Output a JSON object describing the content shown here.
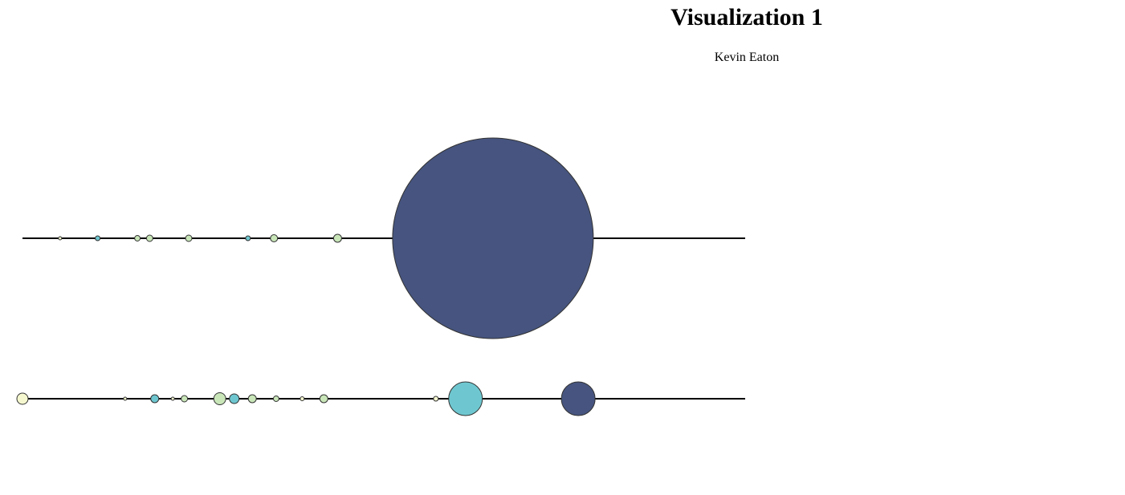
{
  "chart_data": {
    "type": "scatter",
    "title": "Visualization 1",
    "subtitle": "Kevin Eaton",
    "xlim": [
      0,
      100
    ],
    "grid": false,
    "legend": "none",
    "colors": {
      "pale": "#f5f8cf",
      "light_green": "#c9e6b9",
      "teal": "#6ec7d0",
      "dark_blue": "#46547f"
    },
    "series": [
      {
        "points": [
          {
            "x": 5.2,
            "size": 4,
            "color": "pale"
          },
          {
            "x": 10.4,
            "size": 9,
            "color": "teal"
          },
          {
            "x": 15.9,
            "size": 12,
            "color": "light_green"
          },
          {
            "x": 17.6,
            "size": 16,
            "color": "light_green"
          },
          {
            "x": 23.0,
            "size": 16,
            "color": "light_green"
          },
          {
            "x": 31.2,
            "size": 9,
            "color": "teal"
          },
          {
            "x": 34.8,
            "size": 20,
            "color": "light_green"
          },
          {
            "x": 43.6,
            "size": 25,
            "color": "light_green"
          },
          {
            "x": 65.1,
            "size": 15625,
            "color": "dark_blue"
          }
        ]
      },
      {
        "points": [
          {
            "x": 0.0,
            "size": 49,
            "color": "pale"
          },
          {
            "x": 14.2,
            "size": 4,
            "color": "pale"
          },
          {
            "x": 18.3,
            "size": 25,
            "color": "teal"
          },
          {
            "x": 20.8,
            "size": 4,
            "color": "pale"
          },
          {
            "x": 22.4,
            "size": 16,
            "color": "light_green"
          },
          {
            "x": 27.3,
            "size": 56,
            "color": "light_green"
          },
          {
            "x": 29.3,
            "size": 36,
            "color": "teal"
          },
          {
            "x": 31.8,
            "size": 25,
            "color": "light_green"
          },
          {
            "x": 35.1,
            "size": 12,
            "color": "light_green"
          },
          {
            "x": 38.7,
            "size": 6,
            "color": "pale"
          },
          {
            "x": 41.7,
            "size": 25,
            "color": "light_green"
          },
          {
            "x": 57.2,
            "size": 9,
            "color": "pale"
          },
          {
            "x": 61.3,
            "size": 441,
            "color": "teal"
          },
          {
            "x": 76.9,
            "size": 441,
            "color": "dark_blue"
          }
        ]
      }
    ]
  }
}
